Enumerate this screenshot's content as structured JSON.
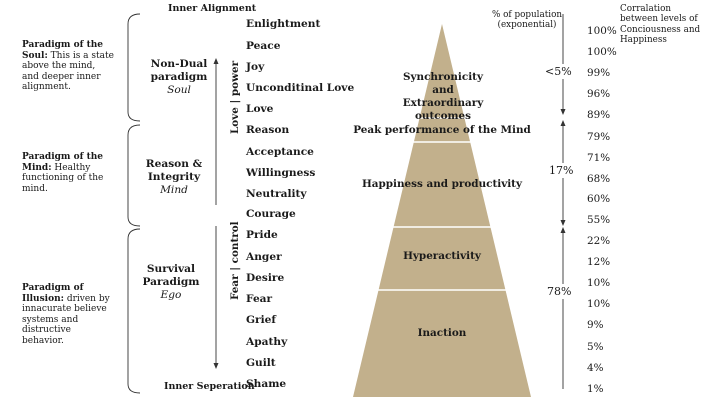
{
  "paradigm_notes": [
    {
      "bold": "Paradigm of the Soul:",
      "text": " This is a state above the mind, and deeper inner alignment."
    },
    {
      "bold": "Paradigm of the Mind:",
      "text": " Healthy functioning of the mind."
    },
    {
      "bold": "Paradigm of Illusion:",
      "text": " driven by innacurate believe systems and distructive behavior."
    }
  ],
  "groups": [
    {
      "title": "Non-Dual paradigm",
      "subtitle": "Soul"
    },
    {
      "title": "Reason & Integrity",
      "subtitle": "Mind"
    },
    {
      "title": "Survival Paradigm",
      "subtitle": "Ego"
    }
  ],
  "inner_alignment": "Inner Alignment",
  "inner_separation": "Inner Seperation",
  "axis_upper": "Love | power",
  "axis_lower": "Fear | control",
  "levels": [
    "Enlightment",
    "Peace",
    "Joy",
    "Unconditinal Love",
    "Love",
    "Reason",
    "Acceptance",
    "Willingness",
    "Neutrality",
    "Courage",
    "Pride",
    "Anger",
    "Desire",
    "Fear",
    "Grief",
    "Apathy",
    "Guilt",
    "Shame"
  ],
  "zones": [
    {
      "label": "Synchronicity and Extraordinary outcomes"
    },
    {
      "label": "Peak performance of the Mind"
    },
    {
      "label": "Happiness and productivity"
    },
    {
      "label": "Hyperactivity"
    },
    {
      "label": "Inaction"
    }
  ],
  "population_header": "% of population (exponential)",
  "population_shares": [
    "<5%",
    "17%",
    "78%"
  ],
  "correlation_header": "Corralation between levels of Conciousness and Happiness",
  "percentages": [
    "100%",
    "100%",
    "99%",
    "96%",
    "89%",
    "79%",
    "71%",
    "68%",
    "60%",
    "55%",
    "22%",
    "12%",
    "10%",
    "10%",
    "9%",
    "5%",
    "4%",
    "1%"
  ],
  "colors": {
    "pyramid": "#c2b08c",
    "divider": "#ffffff",
    "text": "#1a1a1a",
    "lines": "#333333"
  }
}
